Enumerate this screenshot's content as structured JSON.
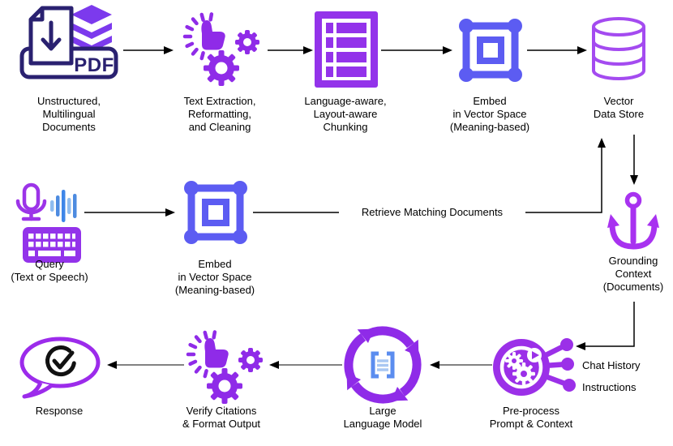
{
  "diagram": {
    "nodes": {
      "documents": {
        "label": "Unstructured,\nMultilingual\nDocuments"
      },
      "extraction": {
        "label": "Text Extraction,\nReformatting,\nand Cleaning"
      },
      "chunking": {
        "label": "Language-aware,\nLayout-aware\nChunking"
      },
      "embed_index": {
        "label": "Embed\nin Vector Space\n(Meaning-based)"
      },
      "vector_store": {
        "label": "Vector\nData Store"
      },
      "query": {
        "label": "Query\n(Text or Speech)"
      },
      "embed_query": {
        "label": "Embed\nin Vector Space\n(Meaning-based)"
      },
      "grounding": {
        "label": "Grounding\nContext\n(Documents)"
      },
      "response": {
        "label": "Response"
      },
      "verify": {
        "label": "Verify Citations\n& Format Output"
      },
      "llm": {
        "label": "Large\nLanguage Model"
      },
      "preprocess": {
        "label": "Pre-process\nPrompt & Context"
      }
    },
    "edge_labels": {
      "retrieve": "Retrieve Matching Documents",
      "chat_history": "Chat History",
      "instructions": "Instructions"
    },
    "pdf_badge": "PDF",
    "colors": {
      "navy": "#2A2170",
      "layer_violet": "#7C3AED",
      "gear_purple": "#8F2BE8",
      "chunk_purple": "#9333EA",
      "embed_indigo": "#5C5CF2",
      "db_purple": "#A44BF0",
      "anchor_purple": "#A832F0",
      "bubble_purple": "#9C2BEB",
      "preprocess_purple": "#9B30E8",
      "waveform_blue": "#4D8BE0",
      "waveform_light_blue": "#8FBCEF",
      "llm_bracket_blue": "#5B8DEF",
      "arrow_black": "#000000",
      "arrow_gray": "#595959"
    }
  }
}
